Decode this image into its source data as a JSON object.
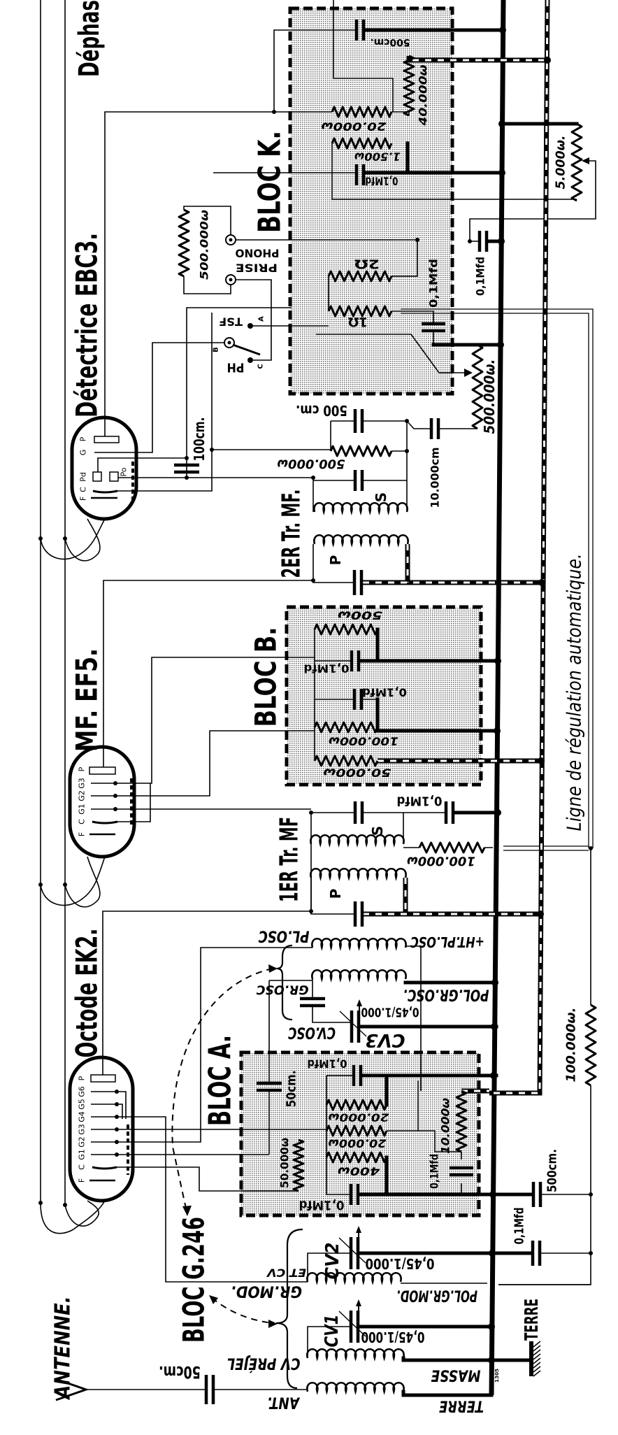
{
  "stage_dephas": "Déphas",
  "tubes": {
    "octode": {
      "label": "Octode EK2.",
      "pins": [
        "F",
        "C",
        "G1",
        "G2",
        "G3",
        "G4",
        "G5",
        "G6",
        "P"
      ]
    },
    "mf": {
      "label": "MF. EF5.",
      "pins": [
        "F",
        "C",
        "G1",
        "G2",
        "G3",
        "P"
      ]
    },
    "detector": {
      "label": "Détectrice EBC3.",
      "pins": [
        "F",
        "C",
        "Pd",
        "Po",
        "G",
        "P"
      ]
    }
  },
  "blocks": {
    "a": "BLOC A.",
    "b": "BLOC B.",
    "k": "BLOC K.",
    "g": "BLOC G.246"
  },
  "transformers": {
    "first": {
      "label": "1ER Tr. MF",
      "primary": "P",
      "secondary": "S"
    },
    "second": {
      "label": "2ER Tr. MF.",
      "primary": "P",
      "secondary": "S"
    }
  },
  "antenna": {
    "label": "ANTENNE.",
    "capacitor": "50cm."
  },
  "rf_section": {
    "ant": "ANT.",
    "terre": "TERRE",
    "masse": "MASSE",
    "cv_prejel": "CV PRÉJEL",
    "gr_mod": "GR.MOD.",
    "et_cv": "ET CV",
    "pol_gr_mod": "POL.GR.MOD.",
    "cv1": "CV1",
    "cv1_value": "0,45/1.000",
    "cv2": "CV2",
    "cv2_value": "0,45/1.000"
  },
  "oscillator": {
    "cv3": "CV3",
    "cv3_value": "0,45/1.000",
    "cv_osc": "CV.OSC",
    "gr_osc": "GR.OSC",
    "pol_gr_osc": "POL.GR.OSC.",
    "pl_osc": "PL.OSC",
    "ht_pl_osc": "+HT.PL.OSC"
  },
  "bloc_a_values": {
    "c50": "50cm.",
    "c_top": "0,1Mfd",
    "r1": "20.000ω",
    "r2": "20.000ω",
    "r3": "400ω",
    "r4": "50.000ω",
    "r5": "10.000ω",
    "c_right": "0,1Mfd",
    "c_bottom": "0,1Mfd"
  },
  "if1_values": {
    "c": "0,1Mfd",
    "r": "100.000ω"
  },
  "bloc_b_values": {
    "r1": "500ω",
    "c1": "0,1Mfd",
    "c2": "0,1Mfd",
    "r2": "100.000ω",
    "r3": "50.000ω"
  },
  "detector_values": {
    "c100": "100cm.",
    "c500": "500 cm.",
    "r500k": "500.000ω",
    "c10k": "10.000cm",
    "pot": "500.000ω."
  },
  "bloc_k_values": {
    "c500": "500cm.",
    "r40k": "40.000ω",
    "r20k": "20.000ω",
    "r1500": "1.500ω",
    "c01": "0,1Mfd",
    "r2": "2Ω",
    "r1": "1Ω",
    "c01b": "0,1Mfd"
  },
  "switch": {
    "prise": "PRISE",
    "phono": "PHONO",
    "phono_r": "500.000ω",
    "tsf": "TSF",
    "ph": "PH",
    "a": "A",
    "b": "B",
    "c": "C"
  },
  "right_section": {
    "c01": "0,1Mfd",
    "r5000": "5.000ω.",
    "r100k": "100.000ω.",
    "c500": "500cm.",
    "c01b": "0,1Mfd",
    "ground": "TERRE"
  },
  "regulation_line": "Ligne de régulation automatique.",
  "drawing_number": "1305"
}
